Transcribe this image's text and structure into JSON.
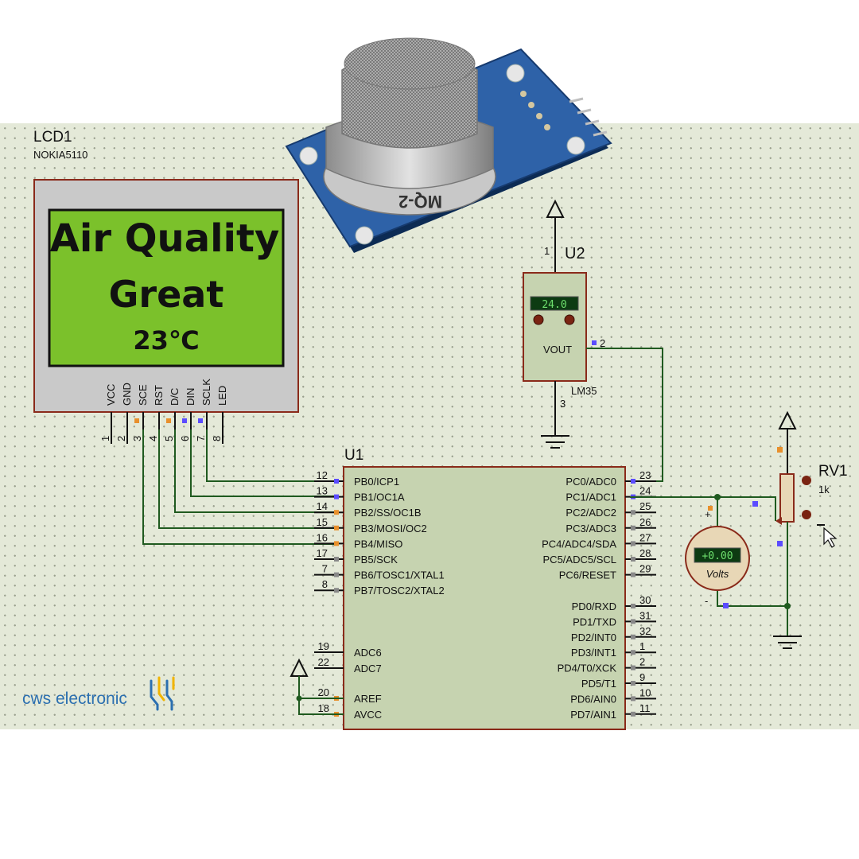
{
  "lcd": {
    "ref": "LCD1",
    "model": "NOKIA5110",
    "line1": "Air Quality",
    "line2": "Great",
    "line3": "23℃",
    "pins": [
      "VCC",
      "GND",
      "SCE",
      "RST",
      "D/C",
      "DIN",
      "SCLK",
      "LED"
    ],
    "pin_numbers": [
      "1",
      "2",
      "3",
      "4",
      "5",
      "6",
      "7",
      "8"
    ]
  },
  "sensor": {
    "label": "MQ-2"
  },
  "u2": {
    "ref": "U2",
    "model": "LM35",
    "reading": "24.0",
    "vout": "VOUT",
    "pin1": "1",
    "pin2": "2",
    "pin3": "3"
  },
  "u1": {
    "ref": "U1",
    "left_pins": [
      {
        "num": "12",
        "name": "PB0/ICP1"
      },
      {
        "num": "13",
        "name": "PB1/OC1A"
      },
      {
        "num": "14",
        "name": "PB2/SS/OC1B"
      },
      {
        "num": "15",
        "name": "PB3/MOSI/OC2"
      },
      {
        "num": "16",
        "name": "PB4/MISO"
      },
      {
        "num": "17",
        "name": "PB5/SCK"
      },
      {
        "num": "7",
        "name": "PB6/TOSC1/XTAL1"
      },
      {
        "num": "8",
        "name": "PB7/TOSC2/XTAL2"
      }
    ],
    "left_lower_pins": [
      {
        "num": "19",
        "name": "ADC6"
      },
      {
        "num": "22",
        "name": "ADC7"
      },
      {
        "num": "20",
        "name": "AREF"
      },
      {
        "num": "18",
        "name": "AVCC"
      }
    ],
    "right_pins": [
      {
        "num": "23",
        "name": "PC0/ADC0"
      },
      {
        "num": "24",
        "name": "PC1/ADC1"
      },
      {
        "num": "25",
        "name": "PC2/ADC2"
      },
      {
        "num": "26",
        "name": "PC3/ADC3"
      },
      {
        "num": "27",
        "name": "PC4/ADC4/SDA"
      },
      {
        "num": "28",
        "name": "PC5/ADC5/SCL"
      },
      {
        "num": "29",
        "name": "PC6/RESET"
      }
    ],
    "right_lower_pins": [
      {
        "num": "30",
        "name": "PD0/RXD"
      },
      {
        "num": "31",
        "name": "PD1/TXD"
      },
      {
        "num": "32",
        "name": "PD2/INT0"
      },
      {
        "num": "1",
        "name": "PD3/INT1"
      },
      {
        "num": "2",
        "name": "PD4/T0/XCK"
      },
      {
        "num": "9",
        "name": "PD5/T1"
      },
      {
        "num": "10",
        "name": "PD6/AIN0"
      },
      {
        "num": "11",
        "name": "PD7/AIN1"
      }
    ]
  },
  "voltmeter": {
    "reading": "+0.00",
    "unit": "Volts",
    "plus": "+",
    "minus": "-"
  },
  "rv1": {
    "ref": "RV1",
    "value": "1k"
  },
  "brand": {
    "text": "cws electronic"
  },
  "colors": {
    "canvas": "#e4e9d8",
    "wire": "#1f5a1f",
    "chip_fill": "#c6d3b0",
    "lcd_screen": "#7bc12b",
    "component_border": "#8a2a1a",
    "pin_marker_blue": "#5b4cff",
    "pin_marker_orange": "#e8902c",
    "brand_blue": "#2b6fb0"
  }
}
